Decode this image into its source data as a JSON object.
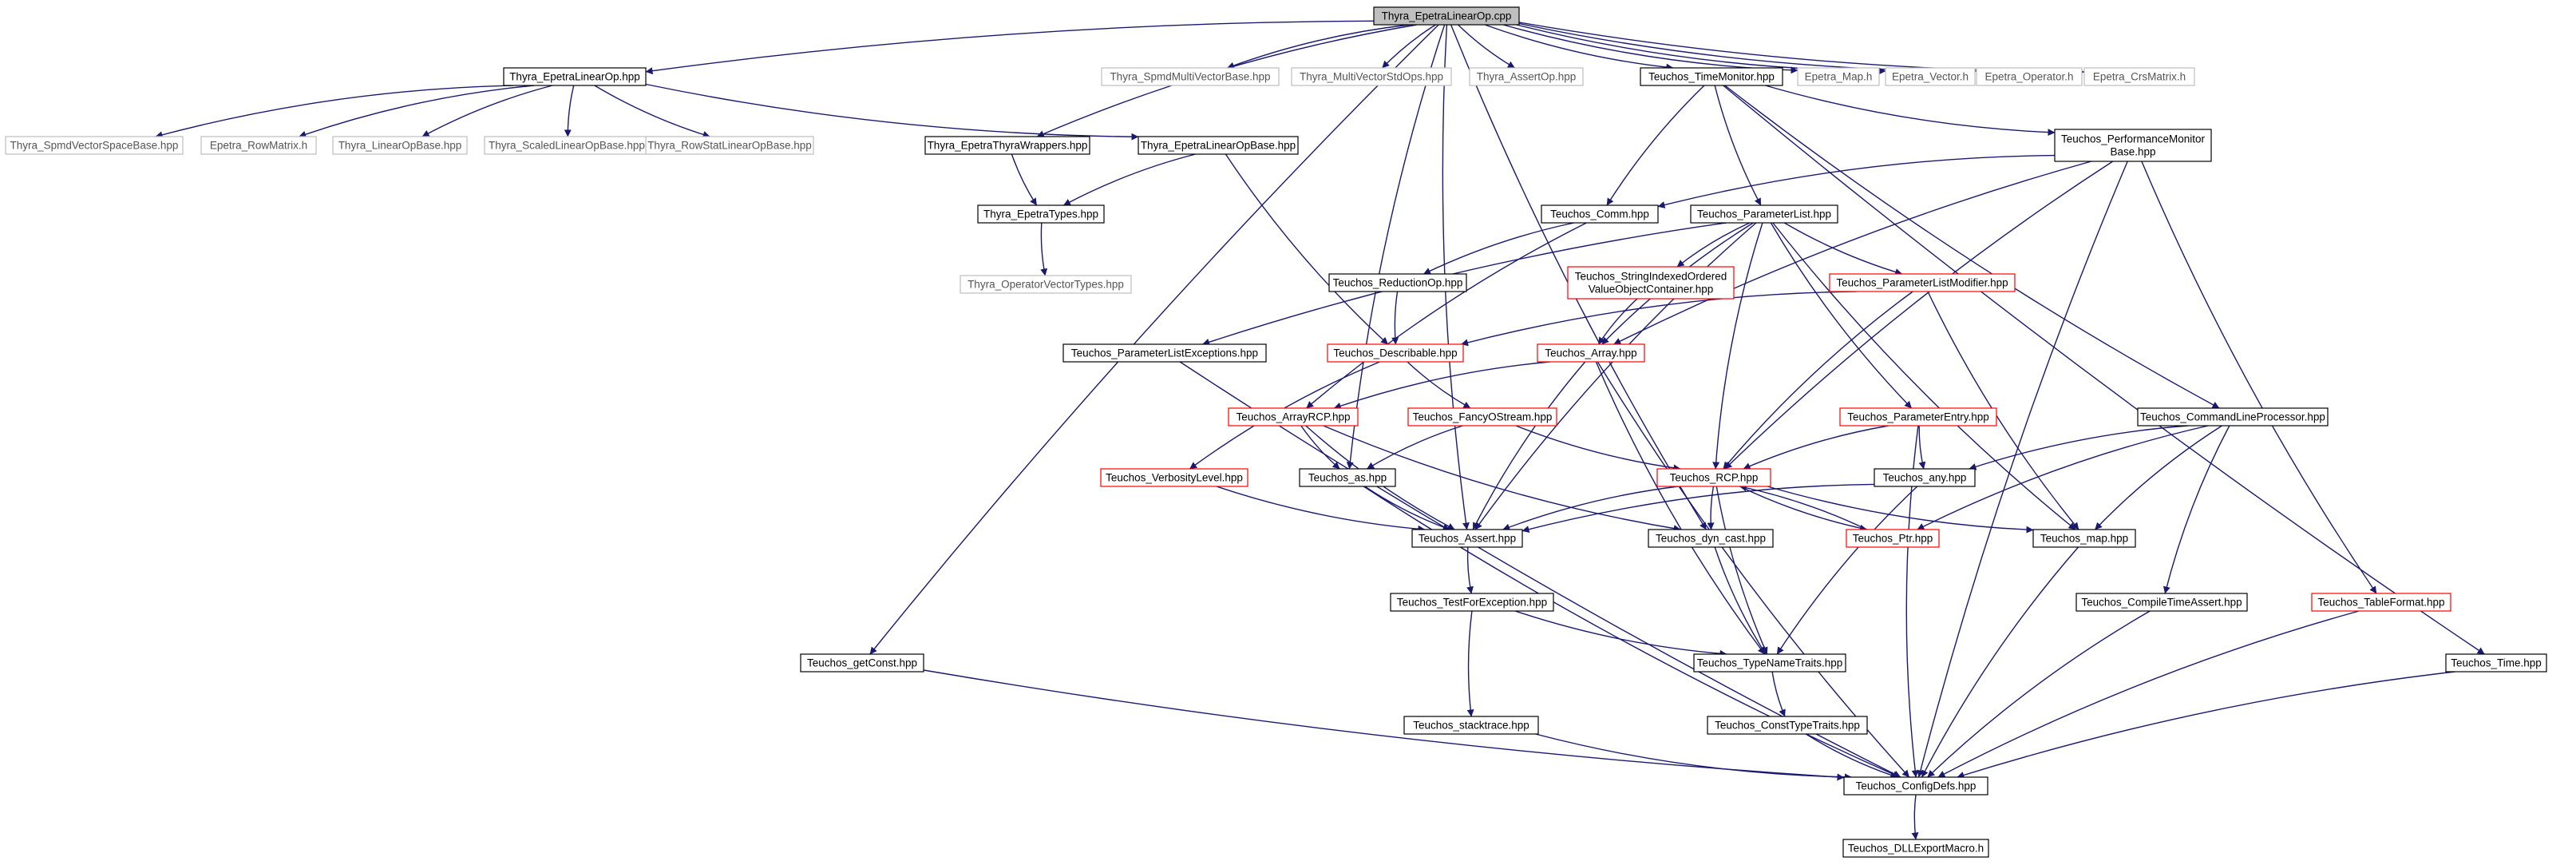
{
  "diagram": {
    "title": "Thyra_EpetraLinearOp.cpp",
    "colors": {
      "edge": "#191970",
      "node_normal_border": "#000000",
      "node_external_border": "#bfbfbf",
      "node_truncated_border": "#ff0000",
      "root_fill": "#bfbfbf",
      "node_fill": "#ffffff",
      "muted_text": "#555555"
    },
    "nodes": [
      {
        "id": "root",
        "lines": [
          "Thyra_EpetraLinearOp.cpp"
        ],
        "style": "root"
      },
      {
        "id": "thyra_epetralinearop_hpp",
        "lines": [
          "Thyra_EpetraLinearOp.hpp"
        ],
        "style": "normal"
      },
      {
        "id": "spmd_vs_base",
        "lines": [
          "Thyra_SpmdVectorSpaceBase.hpp"
        ],
        "style": "external"
      },
      {
        "id": "epetra_rowmatrix",
        "lines": [
          "Epetra_RowMatrix.h"
        ],
        "style": "external"
      },
      {
        "id": "linear_op_base",
        "lines": [
          "Thyra_LinearOpBase.hpp"
        ],
        "style": "external"
      },
      {
        "id": "scaled_lop_base",
        "lines": [
          "Thyra_ScaledLinearOpBase.hpp"
        ],
        "style": "external"
      },
      {
        "id": "rowstat_lop_base",
        "lines": [
          "Thyra_RowStatLinearOpBase.hpp"
        ],
        "style": "external"
      },
      {
        "id": "spmd_mv_base",
        "lines": [
          "Thyra_SpmdMultiVectorBase.hpp"
        ],
        "style": "external"
      },
      {
        "id": "mv_std_ops",
        "lines": [
          "Thyra_MultiVectorStdOps.hpp"
        ],
        "style": "external"
      },
      {
        "id": "assert_op",
        "lines": [
          "Thyra_AssertOp.hpp"
        ],
        "style": "external"
      },
      {
        "id": "time_monitor",
        "lines": [
          "Teuchos_TimeMonitor.hpp"
        ],
        "style": "normal"
      },
      {
        "id": "epetra_map",
        "lines": [
          "Epetra_Map.h"
        ],
        "style": "external"
      },
      {
        "id": "epetra_vector",
        "lines": [
          "Epetra_Vector.h"
        ],
        "style": "external"
      },
      {
        "id": "epetra_operator",
        "lines": [
          "Epetra_Operator.h"
        ],
        "style": "external"
      },
      {
        "id": "epetra_crsmatrix",
        "lines": [
          "Epetra_CrsMatrix.h"
        ],
        "style": "external"
      },
      {
        "id": "epetra_thyra_wrappers",
        "lines": [
          "Thyra_EpetraThyraWrappers.hpp"
        ],
        "style": "normal"
      },
      {
        "id": "epetra_lop_base",
        "lines": [
          "Thyra_EpetraLinearOpBase.hpp"
        ],
        "style": "normal"
      },
      {
        "id": "epetra_types",
        "lines": [
          "Thyra_EpetraTypes.hpp"
        ],
        "style": "normal"
      },
      {
        "id": "operator_vector_types",
        "lines": [
          "Thyra_OperatorVectorTypes.hpp"
        ],
        "style": "external"
      },
      {
        "id": "perf_monitor_base",
        "lines": [
          "Teuchos_PerformanceMonitor",
          "Base.hpp"
        ],
        "style": "normal"
      },
      {
        "id": "comm",
        "lines": [
          "Teuchos_Comm.hpp"
        ],
        "style": "normal"
      },
      {
        "id": "param_list",
        "lines": [
          "Teuchos_ParameterList.hpp"
        ],
        "style": "normal"
      },
      {
        "id": "string_indexed",
        "lines": [
          "Teuchos_StringIndexedOrdered",
          "ValueObjectContainer.hpp"
        ],
        "style": "truncated"
      },
      {
        "id": "param_list_modifier",
        "lines": [
          "Teuchos_ParameterListModifier.hpp"
        ],
        "style": "truncated"
      },
      {
        "id": "reduction_op",
        "lines": [
          "Teuchos_ReductionOp.hpp"
        ],
        "style": "normal"
      },
      {
        "id": "param_list_exceptions",
        "lines": [
          "Teuchos_ParameterListExceptions.hpp"
        ],
        "style": "normal"
      },
      {
        "id": "describable",
        "lines": [
          "Teuchos_Describable.hpp"
        ],
        "style": "truncated"
      },
      {
        "id": "array",
        "lines": [
          "Teuchos_Array.hpp"
        ],
        "style": "truncated"
      },
      {
        "id": "param_entry",
        "lines": [
          "Teuchos_ParameterEntry.hpp"
        ],
        "style": "truncated"
      },
      {
        "id": "cmdline_processor",
        "lines": [
          "Teuchos_CommandLineProcessor.hpp"
        ],
        "style": "normal"
      },
      {
        "id": "array_rcp",
        "lines": [
          "Teuchos_ArrayRCP.hpp"
        ],
        "style": "truncated"
      },
      {
        "id": "fancy_ostream",
        "lines": [
          "Teuchos_FancyOStream.hpp"
        ],
        "style": "truncated"
      },
      {
        "id": "verbosity_level",
        "lines": [
          "Teuchos_VerbosityLevel.hpp"
        ],
        "style": "truncated"
      },
      {
        "id": "as",
        "lines": [
          "Teuchos_as.hpp"
        ],
        "style": "normal"
      },
      {
        "id": "rcp",
        "lines": [
          "Teuchos_RCP.hpp"
        ],
        "style": "truncated"
      },
      {
        "id": "any",
        "lines": [
          "Teuchos_any.hpp"
        ],
        "style": "normal"
      },
      {
        "id": "assert",
        "lines": [
          "Teuchos_Assert.hpp"
        ],
        "style": "normal"
      },
      {
        "id": "dyn_cast",
        "lines": [
          "Teuchos_dyn_cast.hpp"
        ],
        "style": "normal"
      },
      {
        "id": "ptr",
        "lines": [
          "Teuchos_Ptr.hpp"
        ],
        "style": "truncated"
      },
      {
        "id": "map",
        "lines": [
          "Teuchos_map.hpp"
        ],
        "style": "normal"
      },
      {
        "id": "test_for_exception",
        "lines": [
          "Teuchos_TestForException.hpp"
        ],
        "style": "normal"
      },
      {
        "id": "compile_time_assert",
        "lines": [
          "Teuchos_CompileTimeAssert.hpp"
        ],
        "style": "normal"
      },
      {
        "id": "table_format",
        "lines": [
          "Teuchos_TableFormat.hpp"
        ],
        "style": "truncated"
      },
      {
        "id": "get_const",
        "lines": [
          "Teuchos_getConst.hpp"
        ],
        "style": "normal"
      },
      {
        "id": "type_name_traits",
        "lines": [
          "Teuchos_TypeNameTraits.hpp"
        ],
        "style": "normal"
      },
      {
        "id": "time",
        "lines": [
          "Teuchos_Time.hpp"
        ],
        "style": "normal"
      },
      {
        "id": "stacktrace",
        "lines": [
          "Teuchos_stacktrace.hpp"
        ],
        "style": "normal"
      },
      {
        "id": "const_type_traits",
        "lines": [
          "Teuchos_ConstTypeTraits.hpp"
        ],
        "style": "normal"
      },
      {
        "id": "config_defs",
        "lines": [
          "Teuchos_ConfigDefs.hpp"
        ],
        "style": "normal"
      },
      {
        "id": "dll_export_macro",
        "lines": [
          "Teuchos_DLLExportMacro.h"
        ],
        "style": "normal"
      }
    ],
    "edges": [
      {
        "from": "root",
        "to": "thyra_epetralinearop_hpp"
      },
      {
        "from": "root",
        "to": "spmd_mv_base"
      },
      {
        "from": "root",
        "to": "mv_std_ops"
      },
      {
        "from": "root",
        "to": "assert_op"
      },
      {
        "from": "root",
        "to": "time_monitor"
      },
      {
        "from": "root",
        "to": "epetra_map"
      },
      {
        "from": "root",
        "to": "epetra_vector"
      },
      {
        "from": "root",
        "to": "epetra_operator"
      },
      {
        "from": "root",
        "to": "epetra_crsmatrix"
      },
      {
        "from": "root",
        "to": "epetra_thyra_wrappers"
      },
      {
        "from": "root",
        "to": "get_const"
      },
      {
        "from": "root",
        "to": "as"
      },
      {
        "from": "root",
        "to": "assert"
      },
      {
        "from": "root",
        "to": "dyn_cast"
      },
      {
        "from": "thyra_epetralinearop_hpp",
        "to": "spmd_vs_base"
      },
      {
        "from": "thyra_epetralinearop_hpp",
        "to": "epetra_rowmatrix"
      },
      {
        "from": "thyra_epetralinearop_hpp",
        "to": "linear_op_base"
      },
      {
        "from": "thyra_epetralinearop_hpp",
        "to": "scaled_lop_base"
      },
      {
        "from": "thyra_epetralinearop_hpp",
        "to": "rowstat_lop_base"
      },
      {
        "from": "thyra_epetralinearop_hpp",
        "to": "epetra_lop_base"
      },
      {
        "from": "epetra_thyra_wrappers",
        "to": "epetra_types"
      },
      {
        "from": "epetra_lop_base",
        "to": "epetra_types"
      },
      {
        "from": "epetra_lop_base",
        "to": "describable"
      },
      {
        "from": "epetra_types",
        "to": "operator_vector_types"
      },
      {
        "from": "time_monitor",
        "to": "comm"
      },
      {
        "from": "time_monitor",
        "to": "param_list"
      },
      {
        "from": "time_monitor",
        "to": "perf_monitor_base"
      },
      {
        "from": "time_monitor",
        "to": "cmdline_processor"
      },
      {
        "from": "time_monitor",
        "to": "time"
      },
      {
        "from": "perf_monitor_base",
        "to": "comm"
      },
      {
        "from": "perf_monitor_base",
        "to": "array"
      },
      {
        "from": "perf_monitor_base",
        "to": "rcp"
      },
      {
        "from": "perf_monitor_base",
        "to": "table_format"
      },
      {
        "from": "perf_monitor_base",
        "to": "config_defs"
      },
      {
        "from": "comm",
        "to": "reduction_op"
      },
      {
        "from": "comm",
        "to": "array_rcp"
      },
      {
        "from": "reduction_op",
        "to": "describable"
      },
      {
        "from": "param_list",
        "to": "param_list_exceptions"
      },
      {
        "from": "param_list",
        "to": "string_indexed"
      },
      {
        "from": "param_list",
        "to": "param_list_modifier"
      },
      {
        "from": "param_list",
        "to": "param_entry"
      },
      {
        "from": "param_list",
        "to": "array"
      },
      {
        "from": "param_list",
        "to": "rcp"
      },
      {
        "from": "param_list",
        "to": "map"
      },
      {
        "from": "param_list",
        "to": "assert"
      },
      {
        "from": "string_indexed",
        "to": "array"
      },
      {
        "from": "param_list_modifier",
        "to": "describable"
      },
      {
        "from": "param_list_modifier",
        "to": "rcp"
      },
      {
        "from": "param_list_modifier",
        "to": "map"
      },
      {
        "from": "param_list_exceptions",
        "to": "config_defs"
      },
      {
        "from": "describable",
        "to": "verbosity_level"
      },
      {
        "from": "describable",
        "to": "fancy_ostream"
      },
      {
        "from": "array",
        "to": "array_rcp"
      },
      {
        "from": "array",
        "to": "assert"
      },
      {
        "from": "array",
        "to": "type_name_traits"
      },
      {
        "from": "array",
        "to": "config_defs"
      },
      {
        "from": "array_rcp",
        "to": "as"
      },
      {
        "from": "array_rcp",
        "to": "assert"
      },
      {
        "from": "array_rcp",
        "to": "dyn_cast"
      },
      {
        "from": "fancy_ostream",
        "to": "as"
      },
      {
        "from": "fancy_ostream",
        "to": "rcp"
      },
      {
        "from": "verbosity_level",
        "to": "assert"
      },
      {
        "from": "as",
        "to": "assert"
      },
      {
        "from": "as",
        "to": "config_defs"
      },
      {
        "from": "param_entry",
        "to": "rcp"
      },
      {
        "from": "param_entry",
        "to": "any"
      },
      {
        "from": "param_entry",
        "to": "config_defs"
      },
      {
        "from": "cmdline_processor",
        "to": "any"
      },
      {
        "from": "cmdline_processor",
        "to": "ptr"
      },
      {
        "from": "cmdline_processor",
        "to": "map"
      },
      {
        "from": "cmdline_processor",
        "to": "compile_time_assert"
      },
      {
        "from": "rcp",
        "to": "assert"
      },
      {
        "from": "rcp",
        "to": "dyn_cast"
      },
      {
        "from": "rcp",
        "to": "ptr"
      },
      {
        "from": "rcp",
        "to": "map"
      },
      {
        "from": "rcp",
        "to": "type_name_traits"
      },
      {
        "from": "ptr",
        "to": "rcp"
      },
      {
        "from": "any",
        "to": "assert"
      },
      {
        "from": "any",
        "to": "type_name_traits"
      },
      {
        "from": "assert",
        "to": "test_for_exception"
      },
      {
        "from": "dyn_cast",
        "to": "type_name_traits"
      },
      {
        "from": "map",
        "to": "config_defs"
      },
      {
        "from": "test_for_exception",
        "to": "type_name_traits"
      },
      {
        "from": "test_for_exception",
        "to": "stacktrace"
      },
      {
        "from": "type_name_traits",
        "to": "const_type_traits"
      },
      {
        "from": "const_type_traits",
        "to": "config_defs"
      },
      {
        "from": "stacktrace",
        "to": "config_defs"
      },
      {
        "from": "compile_time_assert",
        "to": "config_defs"
      },
      {
        "from": "table_format",
        "to": "config_defs"
      },
      {
        "from": "get_const",
        "to": "config_defs"
      },
      {
        "from": "time",
        "to": "config_defs"
      },
      {
        "from": "config_defs",
        "to": "dll_export_macro"
      }
    ]
  }
}
